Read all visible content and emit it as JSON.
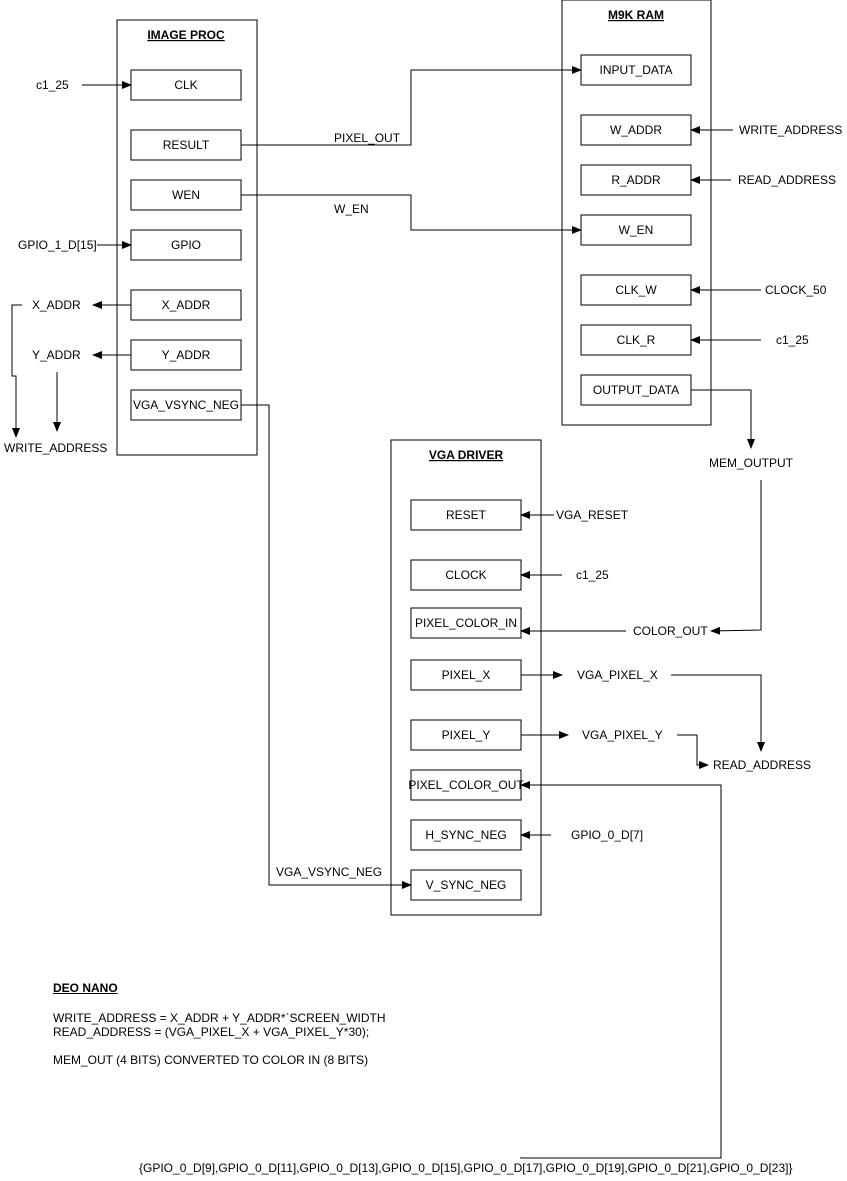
{
  "blocks": {
    "image_proc": {
      "title": "IMAGE PROC",
      "ports": [
        "CLK",
        "RESULT",
        "WEN",
        "GPIO",
        "X_ADDR",
        "Y_ADDR",
        "VGA_VSYNC_NEG"
      ]
    },
    "m9k_ram": {
      "title": "M9K RAM",
      "ports": [
        "INPUT_DATA",
        "W_ADDR",
        "R_ADDR",
        "W_EN",
        "CLK_W",
        "CLK_R",
        "OUTPUT_DATA"
      ]
    },
    "vga_driver": {
      "title": "VGA DRIVER",
      "ports": [
        "RESET",
        "CLOCK",
        "PIXEL_COLOR_IN",
        "PIXEL_X",
        "PIXEL_Y",
        "PIXEL_COLOR_OUT",
        "H_SYNC_NEG",
        "V_SYNC_NEG"
      ]
    }
  },
  "signals": {
    "img_clk_in": "c1_25",
    "pixel_out": "PIXEL_OUT",
    "w_en": "W_EN",
    "gpio_in": "GPIO_1_D[15]",
    "x_addr": "X_ADDR",
    "y_addr": "Y_ADDR",
    "write_address_left": "WRITE_ADDRESS",
    "write_address_ram": "WRITE_ADDRESS",
    "read_address_ram": "READ_ADDRESS",
    "clock_50": "CLOCK_50",
    "ram_clk_r": "c1_25",
    "mem_output": "MEM_OUTPUT",
    "vga_reset": "VGA_RESET",
    "vga_clk": "c1_25",
    "color_out": "COLOR_OUT",
    "vga_pixel_x": "VGA_PIXEL_X",
    "vga_pixel_y": "VGA_PIXEL_Y",
    "read_address_out": "READ_ADDRESS",
    "hsync_in": "GPIO_0_D[7]",
    "vga_vsync_neg": "VGA_VSYNC_NEG",
    "gpio_bus": "{GPIO_0_D[9],GPIO_0_D[11],GPIO_0_D[13],GPIO_0_D[15],GPIO_0_D[17],GPIO_0_D[19],GPIO_0_D[21],GPIO_0_D[23]}"
  },
  "notes": {
    "title": "DEO NANO",
    "write_address_eq": "WRITE_ADDRESS = X_ADDR + Y_ADDR*`SCREEN_WIDTH",
    "read_address_eq": "READ_ADDRESS = (VGA_PIXEL_X + VGA_PIXEL_Y*30);",
    "mem_conversion": "MEM_OUT (4 BITS) CONVERTED TO COLOR IN (8 BITS)"
  }
}
